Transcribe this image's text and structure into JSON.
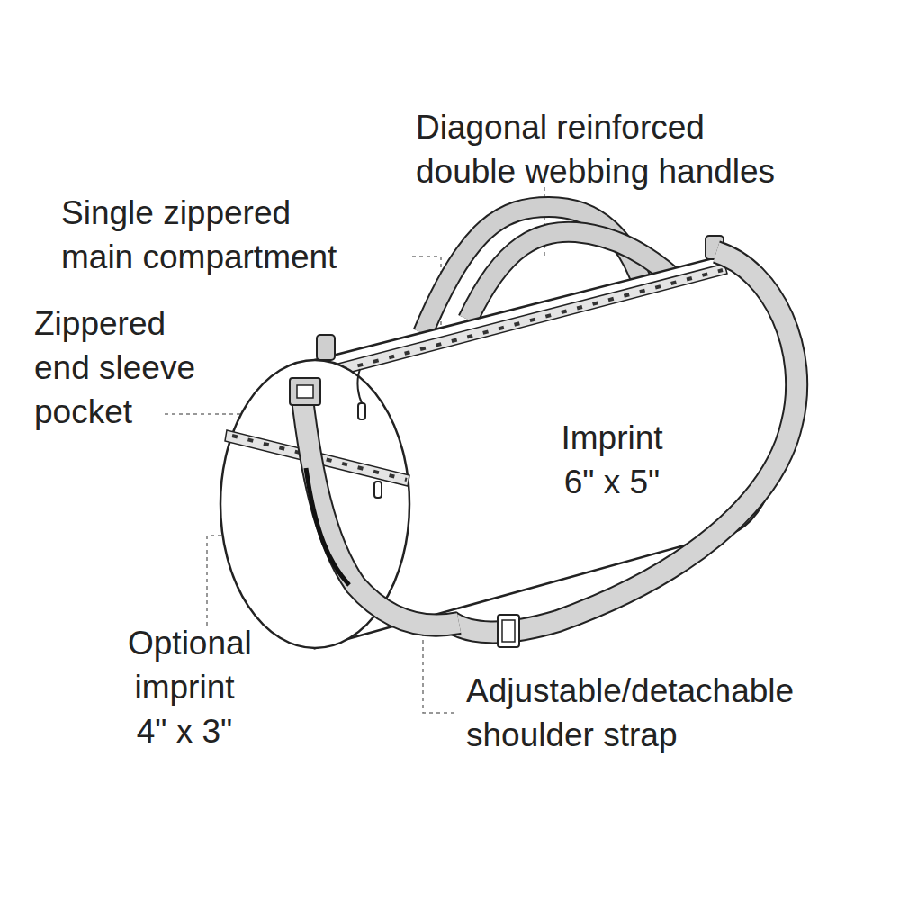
{
  "diagram": {
    "labels": [
      "Diagonal reinforced double webbing handles",
      "Single zippered main compartment",
      "Zippered end sleeve pocket",
      "Imprint 6\" x 5\"",
      "Optional imprint 4\" x 3\"",
      "Adjustable/detachable shoulder strap"
    ]
  }
}
